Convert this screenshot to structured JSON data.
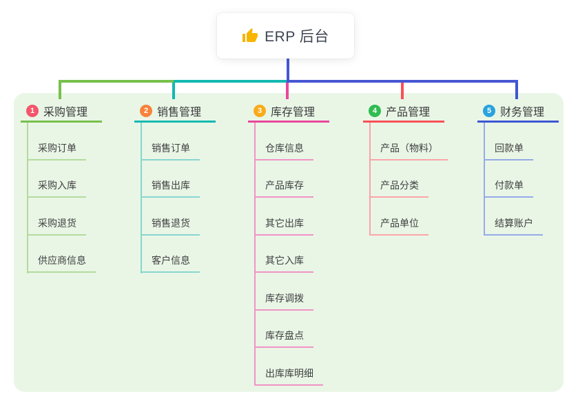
{
  "root": {
    "title": "ERP 后台",
    "icon": "thumbs-up"
  },
  "colors": {
    "page_bg": "#ffffff",
    "panel_bg": "#e9f6e6",
    "connector": "#4656d3",
    "root_text": "#3d4553",
    "title_text": "#3a3a3a",
    "item_text": "#404040",
    "thumb_icon": "#f7b500"
  },
  "branches": [
    {
      "num": "1",
      "title": "采购管理",
      "badge_color": "#f4566b",
      "line_color": "#77c04d",
      "sub_line_color": "#b3db9d",
      "items": [
        "采购订单",
        "采购入库",
        "采购退货",
        "供应商信息"
      ]
    },
    {
      "num": "2",
      "title": "销售管理",
      "badge_color": "#f8833b",
      "line_color": "#13b8b1",
      "sub_line_color": "#87d6d0",
      "items": [
        "销售订单",
        "销售出库",
        "销售退货",
        "客户信息"
      ]
    },
    {
      "num": "3",
      "title": "库存管理",
      "badge_color": "#f9ab18",
      "line_color": "#e9479b",
      "sub_line_color": "#f193c4",
      "items": [
        "仓库信息",
        "产品库存",
        "其它出库",
        "其它入库",
        "库存调拨",
        "库存盘点",
        "出库库明细"
      ]
    },
    {
      "num": "4",
      "title": "产品管理",
      "badge_color": "#2fbc50",
      "line_color": "#f84f58",
      "sub_line_color": "#fba3a8",
      "items": [
        "产品（物料）",
        "产品分类",
        "产品单位"
      ]
    },
    {
      "num": "5",
      "title": "财务管理",
      "badge_color": "#29a3dd",
      "line_color": "#3e55d2",
      "sub_line_color": "#95aae7",
      "items": [
        "回款单",
        "付款单",
        "结算账户"
      ]
    }
  ]
}
